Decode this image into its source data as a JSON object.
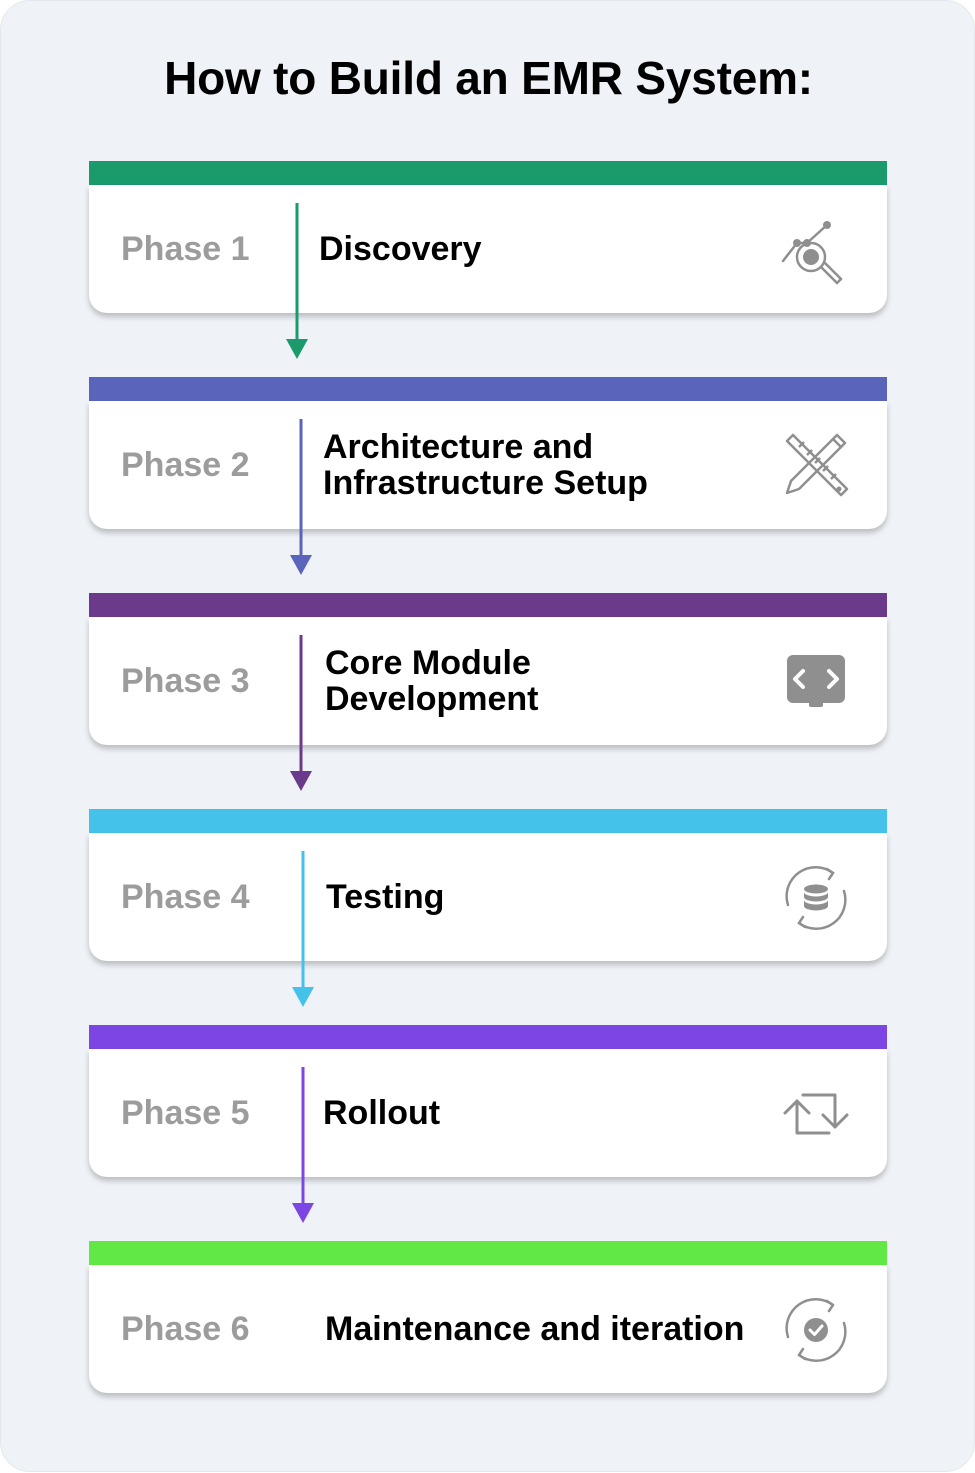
{
  "title": "How to Build an EMR System:",
  "phases": [
    {
      "label": "Phase 1",
      "name": "Discovery",
      "color": "#1b9a6c",
      "icon": "data-search-icon"
    },
    {
      "label": "Phase 2",
      "name": "Architecture and Infrastructure Setup",
      "color": "#5a64ba",
      "icon": "ruler-pencil-icon"
    },
    {
      "label": "Phase 3",
      "name": "Core Module Development",
      "color": "#6b3a8a",
      "icon": "code-window-icon"
    },
    {
      "label": "Phase 4",
      "name": "Testing",
      "color": "#45c2ea",
      "icon": "database-sync-icon"
    },
    {
      "label": "Phase 5",
      "name": "Rollout",
      "color": "#7b46e3",
      "icon": "arrows-transfer-icon"
    },
    {
      "label": "Phase 6",
      "name": "Maintenance and iteration",
      "color": "#62e845",
      "icon": "refresh-check-icon"
    }
  ]
}
